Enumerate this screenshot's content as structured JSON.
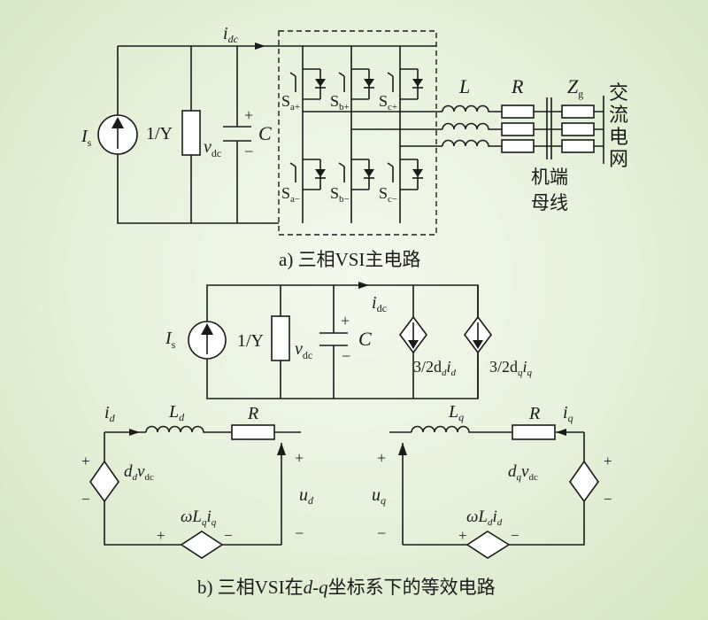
{
  "diagram_a": {
    "current_top": "i",
    "current_top_sub": "dc",
    "source_label": "I",
    "source_sub": "s",
    "admittance": "1/Y",
    "voltage": "v",
    "voltage_sub": "dc",
    "cap_label": "C",
    "plus": "+",
    "minus": "−",
    "switches": {
      "a_plus": "S",
      "a_plus_sub": "a+",
      "b_plus": "S",
      "b_plus_sub": "b+",
      "c_plus": "S",
      "c_plus_sub": "c+",
      "a_minus": "S",
      "a_minus_sub": "a−",
      "b_minus": "S",
      "b_minus_sub": "b−",
      "c_minus": "S",
      "c_minus_sub": "c−"
    },
    "inductor_label": "L",
    "resistor_label": "R",
    "grid_impedance": "Z",
    "grid_impedance_sub": "g",
    "bus_label_1": "机端",
    "bus_label_2": "母线",
    "grid_label": [
      "交",
      "流",
      "电",
      "网"
    ],
    "caption": "a) 三相VSI主电路"
  },
  "diagram_b": {
    "source_label": "I",
    "source_sub": "s",
    "admittance": "1/Y",
    "voltage": "v",
    "voltage_sub": "dc",
    "current_top": "i",
    "current_top_sub": "dc",
    "cap_label": "C",
    "plus": "+",
    "minus": "−",
    "dep_d": "3/2d",
    "dep_d_sub": "d",
    "dep_d_tail": "i",
    "dep_d_tail_sub": "d",
    "dep_q": "3/2d",
    "dep_q_sub": "q",
    "dep_q_tail": "i",
    "dep_q_tail_sub": "q",
    "d_axis": {
      "current": "i",
      "current_sub": "d",
      "inductor": "L",
      "inductor_sub": "d",
      "resistor": "R",
      "src": "d",
      "src_sub": "d",
      "src_v": "v",
      "src_v_sub": "dc",
      "coupling": "ωL",
      "coupling_sub": "q",
      "coupling_i": "i",
      "coupling_i_sub": "q",
      "voltage": "u",
      "voltage_sub": "d"
    },
    "q_axis": {
      "current": "i",
      "current_sub": "q",
      "inductor": "L",
      "inductor_sub": "q",
      "resistor": "R",
      "src": "d",
      "src_sub": "q",
      "src_v": "v",
      "src_v_sub": "dc",
      "coupling": "ωL",
      "coupling_sub": "d",
      "coupling_i": "i",
      "coupling_i_sub": "d",
      "voltage": "u",
      "voltage_sub": "q"
    },
    "caption_pre": "b) 三相VSI在",
    "caption_dq": "d-q",
    "caption_post": "坐标系下的等效电路"
  }
}
